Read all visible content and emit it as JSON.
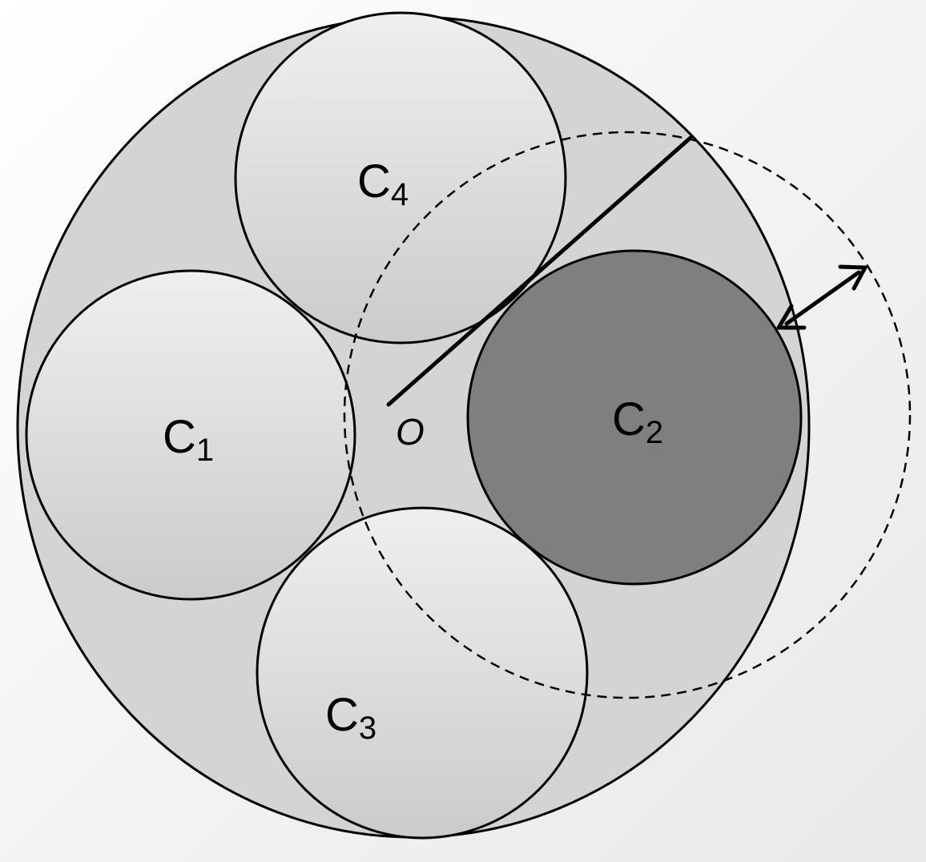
{
  "labels": {
    "c1": {
      "main": "C",
      "sub": "1"
    },
    "c2": {
      "main": "C",
      "sub": "2"
    },
    "c3": {
      "main": "C",
      "sub": "3"
    },
    "c4": {
      "main": "C",
      "sub": "4"
    },
    "origin": "O"
  },
  "colors": {
    "outer_fill": "#d4d4d4",
    "light_circle_top": "#eeeeee",
    "light_circle_bottom": "#cdcdcd",
    "highlighted_circle": "#7f7f7f",
    "stroke": "#000000"
  }
}
